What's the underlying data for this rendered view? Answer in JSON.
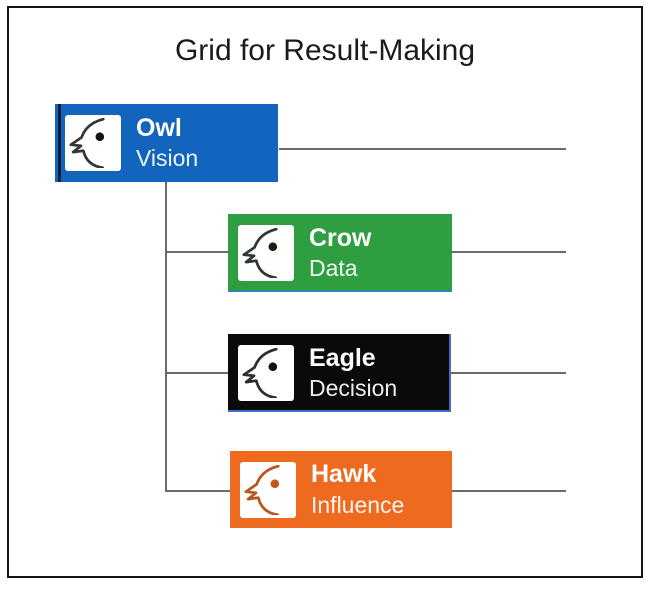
{
  "title": "Grid for Result-Making",
  "colors": {
    "connector": "#6b6b6b",
    "frame_border": "#161616",
    "background": "#ffffff"
  },
  "nodes": [
    {
      "label": "Owl",
      "sublabel": "Vision",
      "color": "#1264BD",
      "icon": "bird-head-icon",
      "icon_stroke": "#32373c",
      "icon_eye": "#10151c"
    },
    {
      "label": "Crow",
      "sublabel": "Data",
      "color": "#2F9E41",
      "icon": "bird-head-icon",
      "icon_stroke": "#2d3a2e",
      "icon_eye": "#13220f"
    },
    {
      "label": "Eagle",
      "sublabel": "Decision",
      "color": "#0A0A0A",
      "icon": "bird-head-icon",
      "icon_stroke": "#2e2e2e",
      "icon_eye": "#111111"
    },
    {
      "label": "Hawk",
      "sublabel": "Influence",
      "color": "#EE6A1E",
      "icon": "bird-head-icon",
      "icon_stroke": "#b9561e",
      "icon_eye": "#c2581a"
    }
  ]
}
